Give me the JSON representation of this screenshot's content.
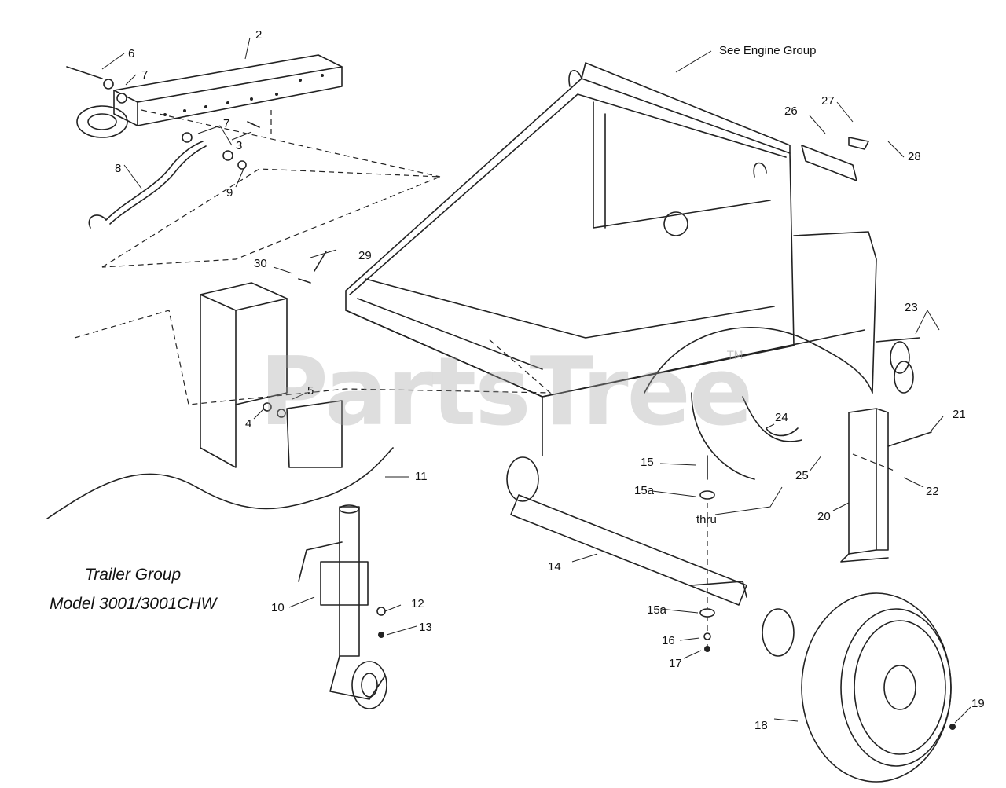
{
  "watermark": {
    "text": "PartsTree",
    "tm": "TM"
  },
  "diagram": {
    "title_line1": "Trailer Group",
    "title_line2": "Model 3001/3001CHW",
    "see_engine": "See Engine Group",
    "thru": "thru",
    "callouts": {
      "c2": "2",
      "c3": "3",
      "c4": "4",
      "c5": "5",
      "c6": "6",
      "c7a": "7",
      "c7b": "7",
      "c8": "8",
      "c9": "9",
      "c10": "10",
      "c11": "11",
      "c12": "12",
      "c13": "13",
      "c14": "14",
      "c15": "15",
      "c15a_top": "15a",
      "c15a_bot": "15a",
      "c16": "16",
      "c17": "17",
      "c18": "18",
      "c19": "19",
      "c20": "20",
      "c21": "21",
      "c22": "22",
      "c23": "23",
      "c24": "24",
      "c25": "25",
      "c26": "26",
      "c27": "27",
      "c28": "28",
      "c29": "29",
      "c30": "30"
    }
  }
}
